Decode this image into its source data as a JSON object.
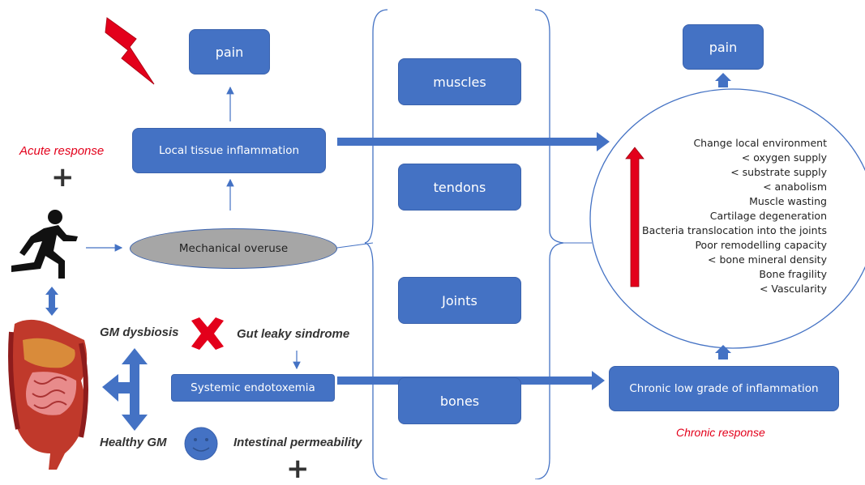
{
  "colors": {
    "box_fill": "#4472c4",
    "arrow": "#4472c4",
    "alert_red": "#e3001b",
    "ellipse_fill": "#a6a6a6"
  },
  "acute": {
    "pain": "pain",
    "local_inflammation": "Local tissue inflammation",
    "label": "Acute response",
    "mechanical_overuse": "Mechanical overuse"
  },
  "tissues": [
    "muscles",
    "tendons",
    "Joints",
    "bones"
  ],
  "gut": {
    "gm_dysbiosis": "GM dysbiosis",
    "leaky": "Gut leaky sindrome",
    "endotoxemia": "Systemic endotoxemia",
    "healthy": "Healthy GM",
    "permeability": "Intestinal permeability"
  },
  "chronic": {
    "pain": "pain",
    "inflammation": "Chronic low grade of inflammation",
    "label": "Chronic response",
    "effects": [
      "Change local environment",
      "< oxygen supply",
      "< substrate supply",
      "< anabolism",
      "Muscle wasting",
      "Cartilage degeneration",
      "Bacteria translocation into the joints",
      "Poor remodelling capacity",
      "< bone mineral density",
      "Bone fragility",
      "< Vascularity"
    ]
  },
  "symbols": {
    "plus": "+"
  },
  "icons": [
    "lightning-icon",
    "runner-icon",
    "gut-organs-icon",
    "red-x-icon",
    "smiley-icon"
  ]
}
